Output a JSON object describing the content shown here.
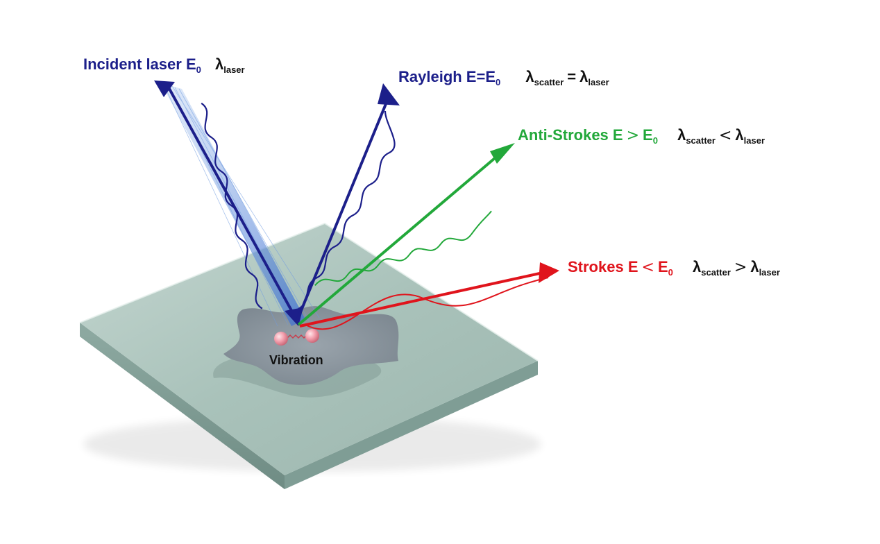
{
  "colors": {
    "incident": "#1c1f8a",
    "rayleigh": "#1c1f8a",
    "anti_stokes": "#22a83a",
    "stokes": "#e0141c",
    "text_dark": "#111111",
    "glass": "#a9c4bc"
  },
  "labels": {
    "incident": {
      "name": "Incident laser E",
      "sub": "0",
      "lambda": "λ",
      "lambda_sub": "laser"
    },
    "rayleigh": {
      "name": "Rayleigh E=E",
      "sub": "0",
      "lambda": "λ",
      "lambda_sub": "scatter",
      "op": "=",
      "lambda2": "λ",
      "lambda2_sub": "laser"
    },
    "anti_stokes": {
      "name": "Anti-Strokes E",
      "op_e": ">",
      "e2": "E",
      "sub": "0",
      "lambda": "λ",
      "lambda_sub": "scatter",
      "op": "<",
      "lambda2": "λ",
      "lambda2_sub": "laser"
    },
    "stokes": {
      "name": "Strokes E",
      "op_e": "<",
      "e2": "E",
      "sub": "0",
      "lambda": "λ",
      "lambda_sub": "scatter",
      "op": ">",
      "lambda2": "λ",
      "lambda2_sub": "laser"
    },
    "vibration": "Vibration"
  }
}
